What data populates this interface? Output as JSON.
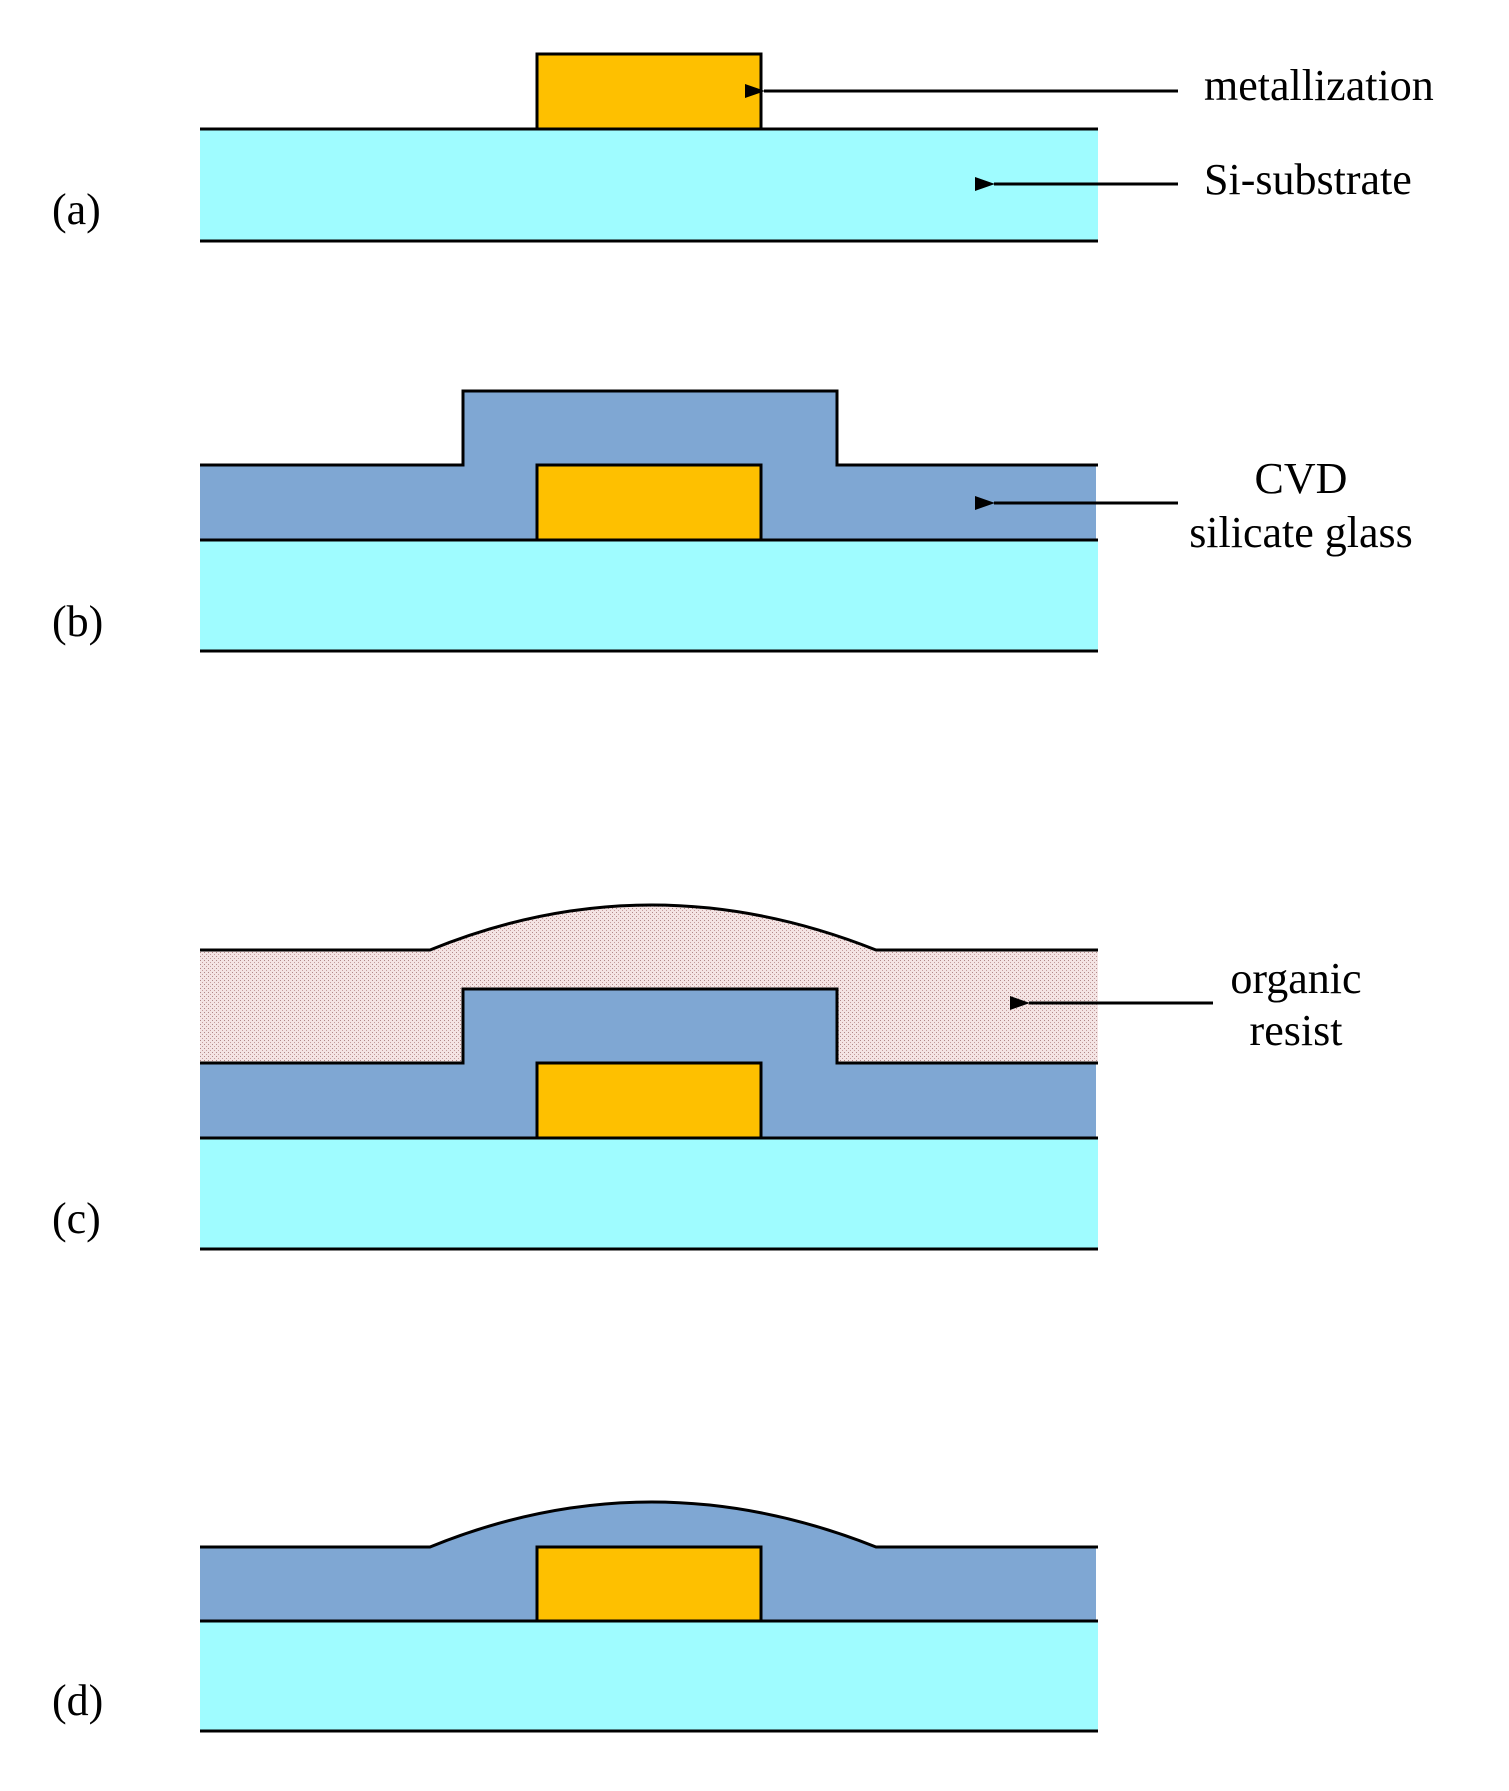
{
  "panels": {
    "a": {
      "label": "(a)"
    },
    "b": {
      "label": "(b)"
    },
    "c": {
      "label": "(c)"
    },
    "d": {
      "label": "(d)"
    }
  },
  "labels": {
    "metallization": "metallization",
    "substrate": "Si-substrate",
    "glass_line1": "CVD",
    "glass_line2": "silicate glass",
    "resist_line1": "organic",
    "resist_line2": "resist"
  },
  "colors": {
    "substrate": "#9ffcff",
    "metal": "#fec000",
    "glass": "#7fa7d3",
    "resist": "#f2e1e1",
    "outline": "#000000"
  }
}
